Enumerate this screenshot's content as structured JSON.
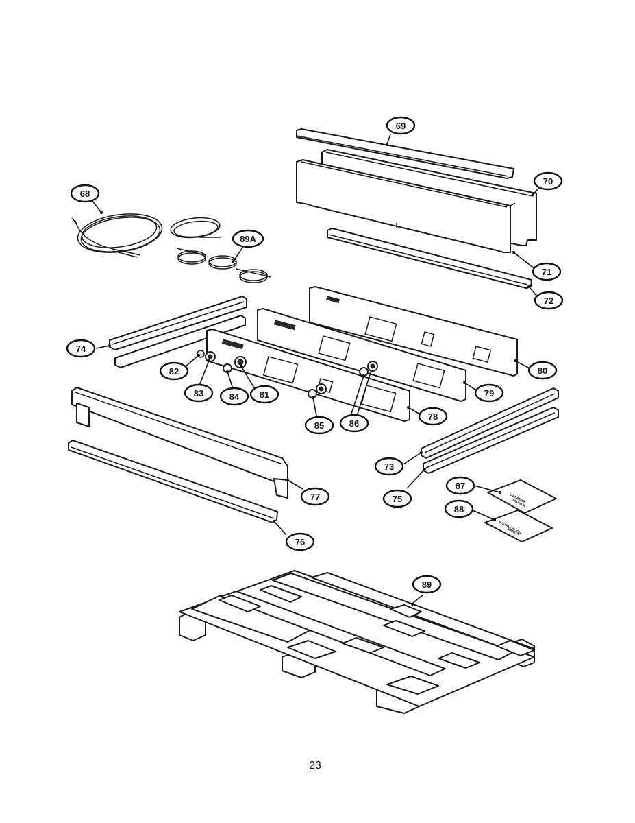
{
  "page_number": "23",
  "callouts": {
    "c68": "68",
    "c69": "69",
    "c70": "70",
    "c71": "71",
    "c72": "72",
    "c73": "73",
    "c74": "74",
    "c75": "75",
    "c76": "76",
    "c77": "77",
    "c78": "78",
    "c79": "79",
    "c80": "80",
    "c81": "81",
    "c82": "82",
    "c83": "83",
    "c84": "84",
    "c85": "85",
    "c86": "86",
    "c87": "87",
    "c88": "88",
    "c89": "89",
    "c89a": "89A"
  },
  "manuals": {
    "m87_line1": "CARE/USE",
    "m87_line2": "MANUAL",
    "m88_line1": "INSTALLATION",
    "m88_line2": "MANUAL"
  }
}
